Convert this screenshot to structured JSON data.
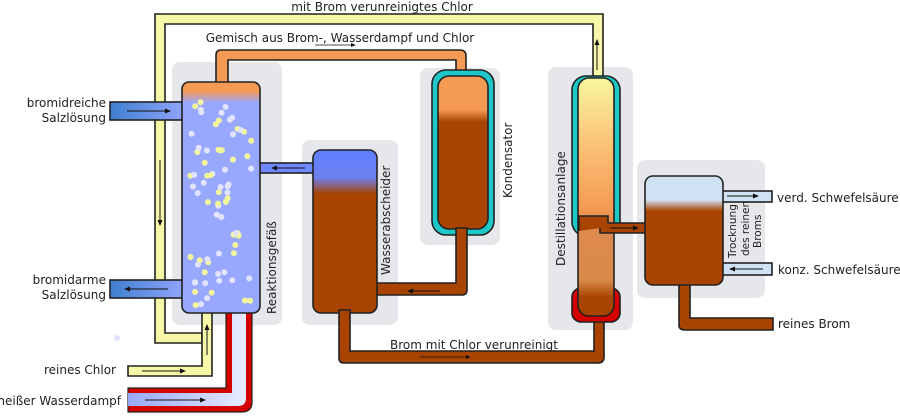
{
  "labels": {
    "top_pipe": "mit Brom verunreinigtes Chlor",
    "gas_mix": "Gemisch aus Brom-, Wasserdampf und Chlor",
    "bromide_rich_1": "bromidreiche",
    "bromide_rich_2": "Salzlösung",
    "bromide_poor_1": "bromidarme",
    "bromide_poor_2": "Salzlösung",
    "pure_chlorine": "reines Chlor",
    "hot_steam": "heißer Wasserdampf",
    "reactor": "Reaktionsgefäß",
    "separator": "Wasserabscheider",
    "condenser": "Kondensator",
    "distillation": "Destillationsanlage",
    "drying_1": "Trocknung",
    "drying_2": "des reinen",
    "drying_3": "Broms",
    "dilute_acid": "verd. Schwefelsäure",
    "conc_acid": "konz. Schwefelsäure",
    "pure_bromine": "reines Brom",
    "bromine_impure": "Brom mit Chlor verunreinigt"
  },
  "colors": {
    "chlorine": "#f7f7a8",
    "bromine": "#a84300",
    "vapor": "#f59a55",
    "brine": "#3f7fd0",
    "solution": "#98a8ff",
    "cooling": "#1fc8c8",
    "heating": "#d40000",
    "acid": "#cfe2f3"
  }
}
